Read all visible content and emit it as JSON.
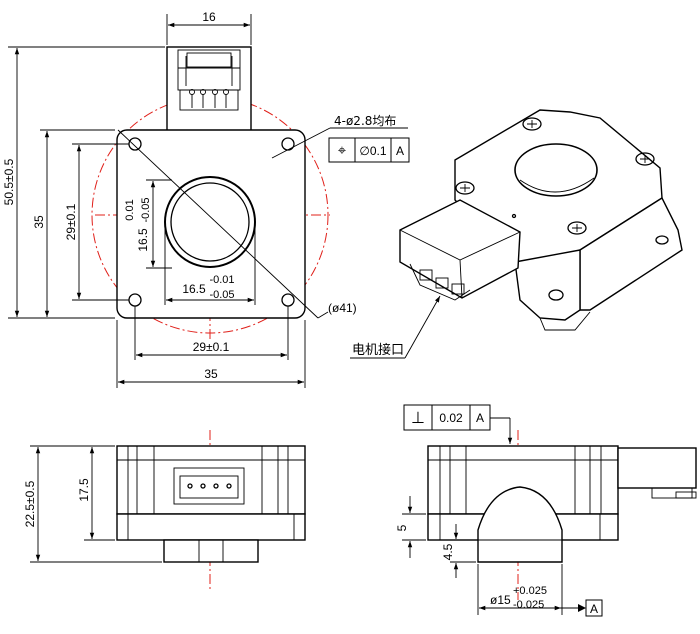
{
  "top_view": {
    "width_16": "16",
    "height_50_5": "50.5±0.5",
    "height_35": "35",
    "height_29": "29±0.1",
    "bore_16_5_v": "16.5",
    "bore_16_5_v_tol_top": "0.01",
    "bore_16_5_v_tol_bot": "-0.05",
    "bore_16_5_h": "16.5",
    "bore_16_5_h_tol_top": "-0.01",
    "bore_16_5_h_tol_bot": "-0.05",
    "hole_note": "4-ø2.8均布",
    "fcf_symbol": "⌖",
    "fcf_value": "∅0.1",
    "fcf_datum": "A",
    "circle_dia": "(ø41)",
    "width_29": "29±0.1",
    "width_35": "35"
  },
  "iso_view": {
    "connector_label": "电机接口"
  },
  "front_view": {
    "height_22_5": "22.5±0.5",
    "height_17_5": "17.5"
  },
  "section_view": {
    "perp_symbol": "⊥",
    "perp_value": "0.02",
    "perp_datum": "A",
    "dim_5": "5",
    "dim_4_5": "4.5",
    "bore_15": "ø15",
    "bore_15_tol_top": "+0.025",
    "bore_15_tol_bot": "-0.025",
    "datum_label": "A"
  }
}
